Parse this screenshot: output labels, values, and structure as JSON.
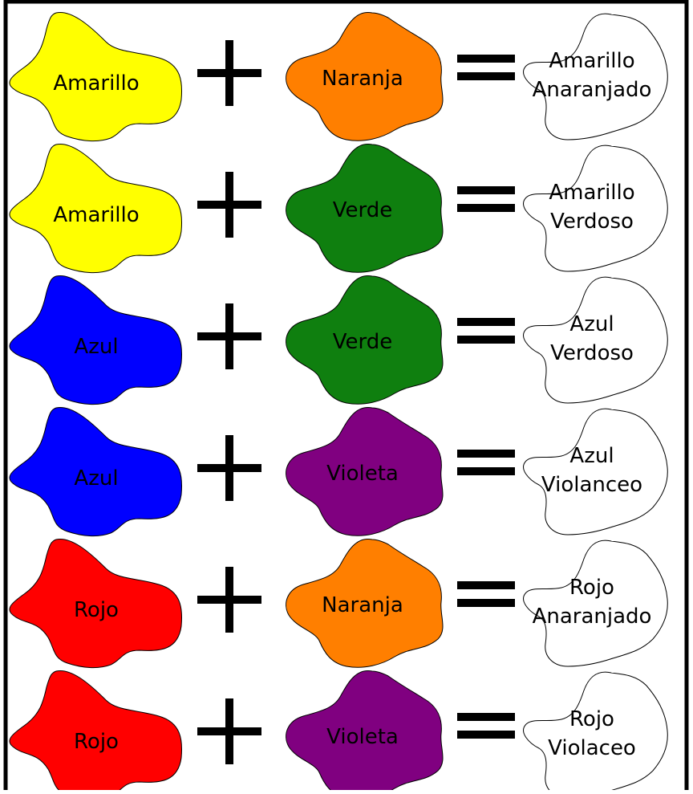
{
  "rows": [
    {
      "a": {
        "label": "Amarillo",
        "color": "#ffff00"
      },
      "b": {
        "label": "Naranja",
        "color": "#ff7f00"
      },
      "result": {
        "lines": [
          "Amarillo",
          "Anaranjado"
        ],
        "color": "#ffffff"
      }
    },
    {
      "a": {
        "label": "Amarillo",
        "color": "#ffff00"
      },
      "b": {
        "label": "Verde",
        "color": "#0f7f0f"
      },
      "result": {
        "lines": [
          "Amarillo",
          "Verdoso"
        ],
        "color": "#ffffff"
      }
    },
    {
      "a": {
        "label": "Azul",
        "color": "#0000ff"
      },
      "b": {
        "label": "Verde",
        "color": "#0f7f0f"
      },
      "result": {
        "lines": [
          "Azul",
          "Verdoso"
        ],
        "color": "#ffffff"
      }
    },
    {
      "a": {
        "label": "Azul",
        "color": "#0000ff"
      },
      "b": {
        "label": "Violeta",
        "color": "#800080"
      },
      "result": {
        "lines": [
          "Azul",
          "Violanceo"
        ],
        "color": "#ffffff"
      }
    },
    {
      "a": {
        "label": "Rojo",
        "color": "#ff0000"
      },
      "b": {
        "label": "Naranja",
        "color": "#ff7f00"
      },
      "result": {
        "lines": [
          "Rojo",
          "Anaranjado"
        ],
        "color": "#ffffff"
      }
    },
    {
      "a": {
        "label": "Rojo",
        "color": "#ff0000"
      },
      "b": {
        "label": "Violeta",
        "color": "#800080"
      },
      "result": {
        "lines": [
          "Rojo",
          "Violaceo"
        ],
        "color": "#ffffff"
      }
    }
  ],
  "operators": {
    "plus": "plus-sign",
    "equals": "equals-sign"
  }
}
